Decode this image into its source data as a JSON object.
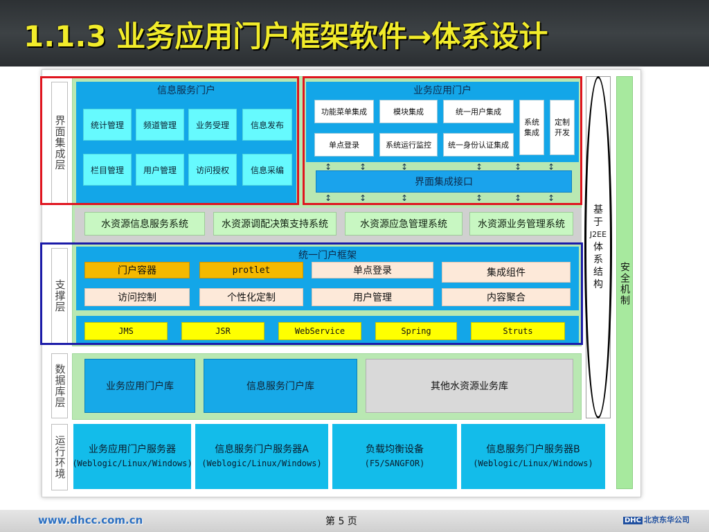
{
  "header": {
    "title": "1.1.3 业务应用门户框架软件→体系设计"
  },
  "layers": {
    "interface": "界面集成层",
    "support": "支撑层",
    "database": "数据库层",
    "runtime": "运行环境"
  },
  "info_portal": {
    "title": "信息服务门户",
    "items": [
      "统计管理",
      "频道管理",
      "业务受理",
      "信息发布",
      "栏目管理",
      "用户管理",
      "访问授权",
      "信息采编"
    ]
  },
  "biz_portal": {
    "title": "业务应用门户",
    "items": [
      "功能菜单集成",
      "模块集成",
      "统一用户集成",
      "单点登录",
      "系统运行监控",
      "统一身份认证集成"
    ],
    "system_integration": "系统集成",
    "custom_dev": "定制开发",
    "interface_bar": "界面集成接口"
  },
  "water_systems": [
    "水资源信息服务系统",
    "水资源调配决策支持系统",
    "水资源应急管理系统",
    "水资源业务管理系统"
  ],
  "framework": {
    "title": "统一门户框架",
    "row1": [
      "门户容器",
      "protlet",
      "单点登录",
      "集成组件"
    ],
    "row2": [
      "访问控制",
      "个性化定制",
      "用户管理",
      "内容聚合"
    ],
    "tech": [
      "JMS",
      "JSR",
      "WebService",
      "Spring",
      "Struts"
    ]
  },
  "databases": [
    "业务应用门户库",
    "信息服务门户库",
    "其他水资源业务库"
  ],
  "servers": [
    {
      "name": "业务应用门户服务器",
      "detail": "(Weblogic/Linux/Windows)"
    },
    {
      "name": "信息服务门户服务器A",
      "detail": "(Weblogic/Linux/Windows)"
    },
    {
      "name": "负载均衡设备",
      "detail": "(F5/SANGFOR)"
    },
    {
      "name": "信息服务门户服务器B",
      "detail": "(Weblogic/Linux/Windows)"
    }
  ],
  "side": {
    "j2ee": [
      "基",
      "于",
      "J2EE",
      "体",
      "系",
      "结",
      "构"
    ],
    "security": "安全机制"
  },
  "footer": {
    "url": "www.dhcc.com.cn",
    "page": "第 5 页",
    "logo_mark": "DHC",
    "logo_text": "北京东华公司"
  },
  "colors": {
    "title": "#f2ec2a",
    "red_frame": "#e0141e",
    "blue_frame": "#1b1ba8",
    "panel_blue": "#13a6e8"
  }
}
